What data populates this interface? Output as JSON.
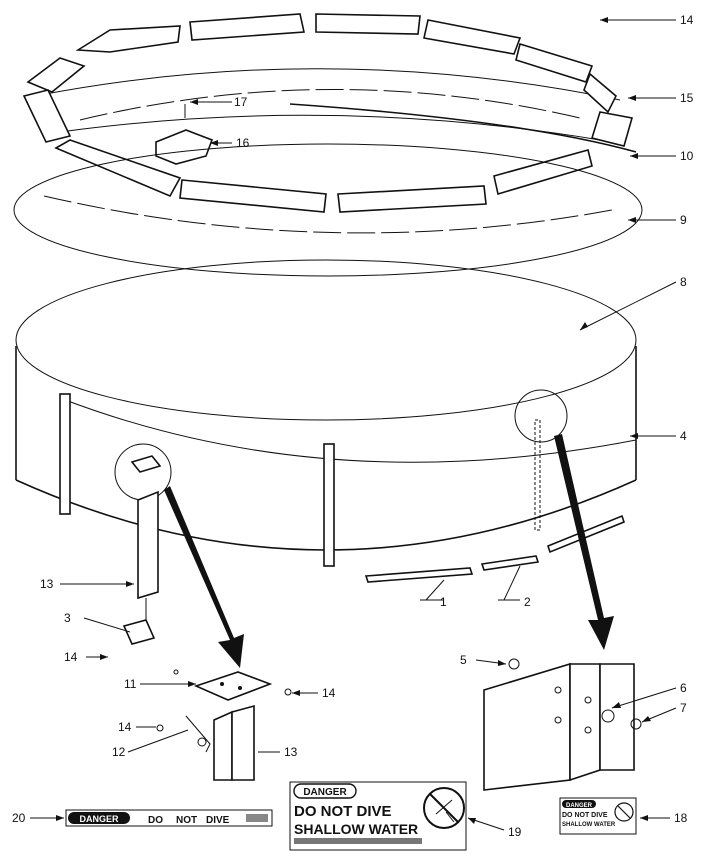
{
  "callouts": {
    "c1": "1",
    "c2": "2",
    "c3": "3",
    "c4": "4",
    "c5": "5",
    "c6": "6",
    "c7": "7",
    "c8": "8",
    "c9": "9",
    "c10": "10",
    "c11": "11",
    "c12": "12",
    "c13a": "13",
    "c13b": "13",
    "c14a": "14",
    "c14b": "14",
    "c14c": "14",
    "c14d": "14",
    "c15": "15",
    "c16": "16",
    "c17": "17",
    "c18": "18",
    "c19": "19",
    "c20": "20"
  },
  "signs": {
    "large": {
      "danger": "DANGER",
      "line1": "DO NOT DIVE",
      "line2": "SHALLOW WATER"
    },
    "small": {
      "danger": "DANGER",
      "line1": "DO NOT DIVE",
      "line2": "SHALLOW WATER"
    },
    "strip": {
      "danger": "DANGER",
      "words": [
        "DO",
        "NOT",
        "DIVE"
      ]
    }
  }
}
